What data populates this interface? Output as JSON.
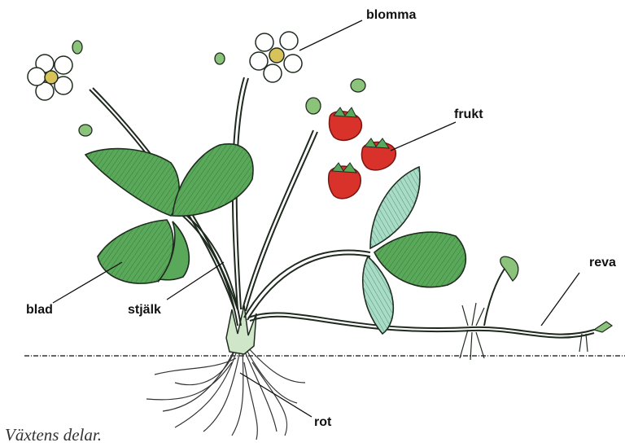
{
  "labels": {
    "flower": "blomma",
    "fruit": "frukt",
    "leaf": "blad",
    "stem": "stjälk",
    "runner": "reva",
    "root": "rot"
  },
  "caption": "Växtens delar.",
  "colors": {
    "leaf": "#5aa95a",
    "leaf_light": "#a9dcc6",
    "berry": "#d9322b",
    "petal": "#ffffff",
    "flower_center": "#d8c35a",
    "stroke": "#1f2a1f",
    "soil_line": "#555555"
  }
}
